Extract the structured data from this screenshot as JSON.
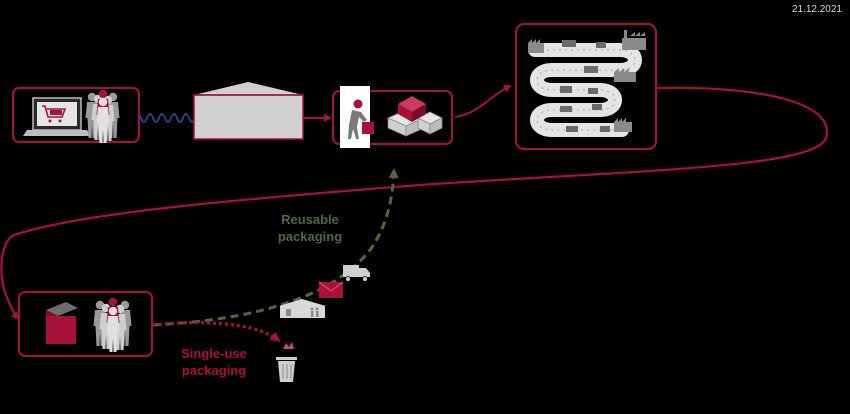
{
  "header": {
    "date": "21.12.2021"
  },
  "labels": {
    "reusable_line1": "Reusable",
    "reusable_line2": "packaging",
    "single_line1": "Single-use",
    "single_line2": "packaging"
  },
  "colors": {
    "background": "#000000",
    "box_border": "#a8123a",
    "flow_line": "#a8123a",
    "reusable_arrow": "#4e6a3a",
    "single_use_arrow": "#a8123a",
    "wave": "#2b4a8a",
    "gray_figure": "#c8c8c8"
  },
  "icons": [
    "laptop-cart-icon",
    "customers-icon",
    "warehouse-icon",
    "worker-packing-icon",
    "boxes-icon",
    "factory-conveyor-icon",
    "parcel-box-icon",
    "customers-icon",
    "truck-icon",
    "envelope-icon",
    "depot-icon",
    "trash-bin-icon"
  ]
}
